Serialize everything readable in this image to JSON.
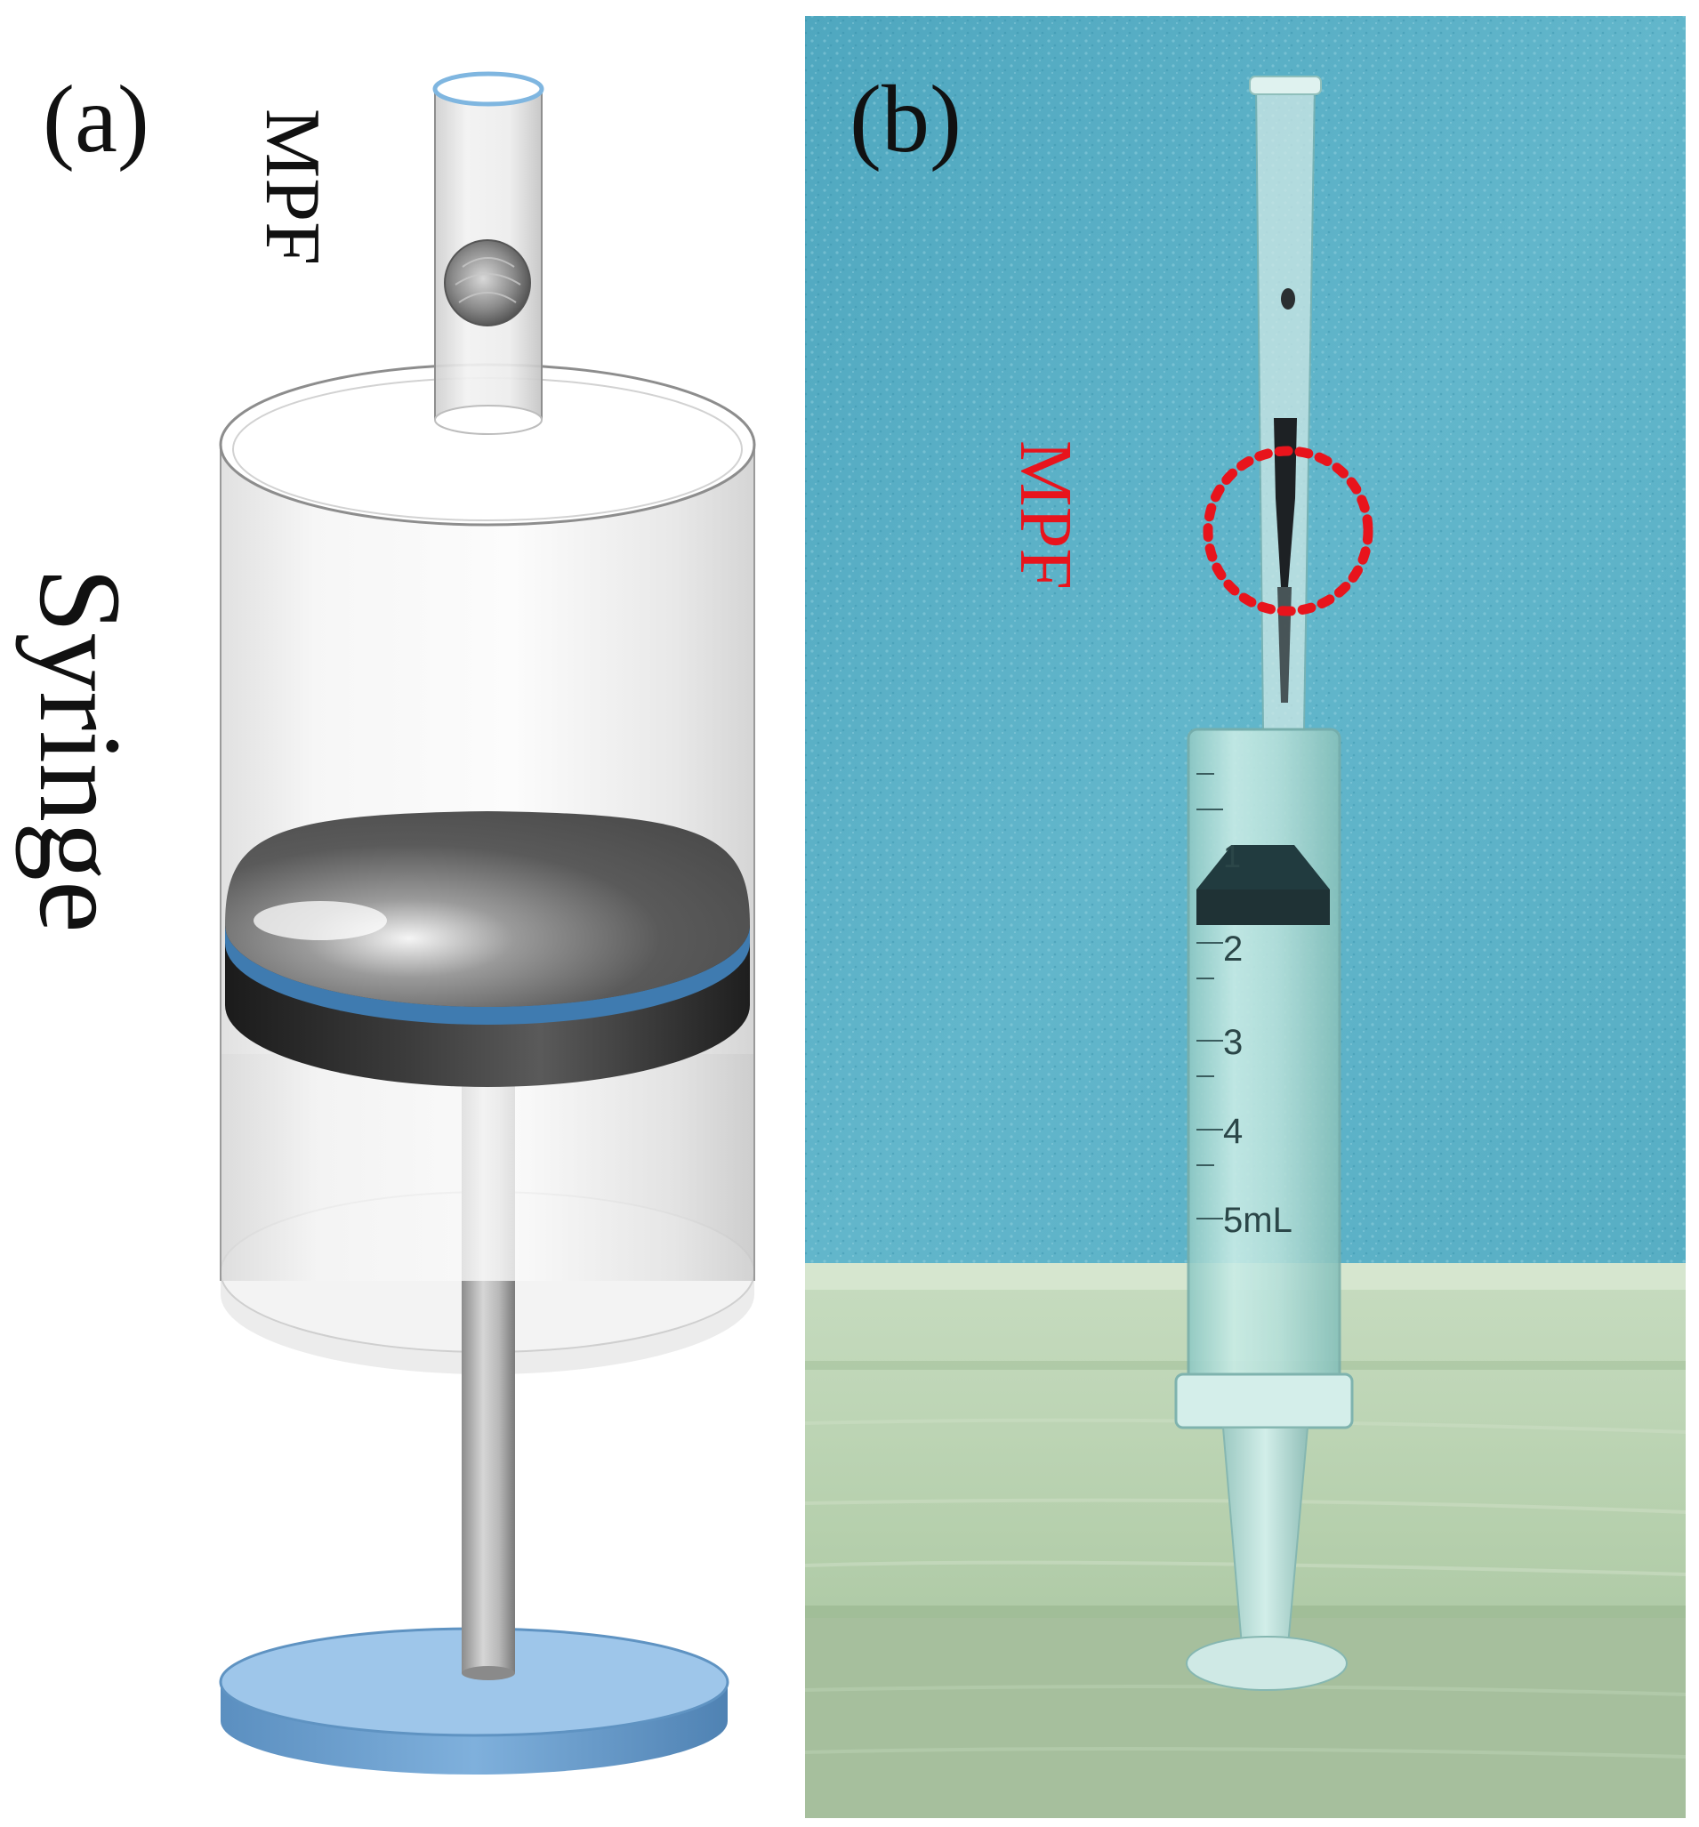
{
  "panel_a": {
    "label": "(a)",
    "tube_label": "MPF",
    "body_label": "Syringe"
  },
  "panel_b": {
    "label": "(b)",
    "marker_label": "MPF",
    "marker_color": "#e8141c",
    "scale_marks": [
      "1",
      "2",
      "3",
      "4",
      "5mL"
    ]
  },
  "colors": {
    "plunger_base": "#8fbde6",
    "plunger_ring": "#3d6f9e",
    "tube_rim": "#7fb6e0",
    "photo_wall": "#5fb3c8",
    "photo_wood": "#bfd8b8"
  }
}
